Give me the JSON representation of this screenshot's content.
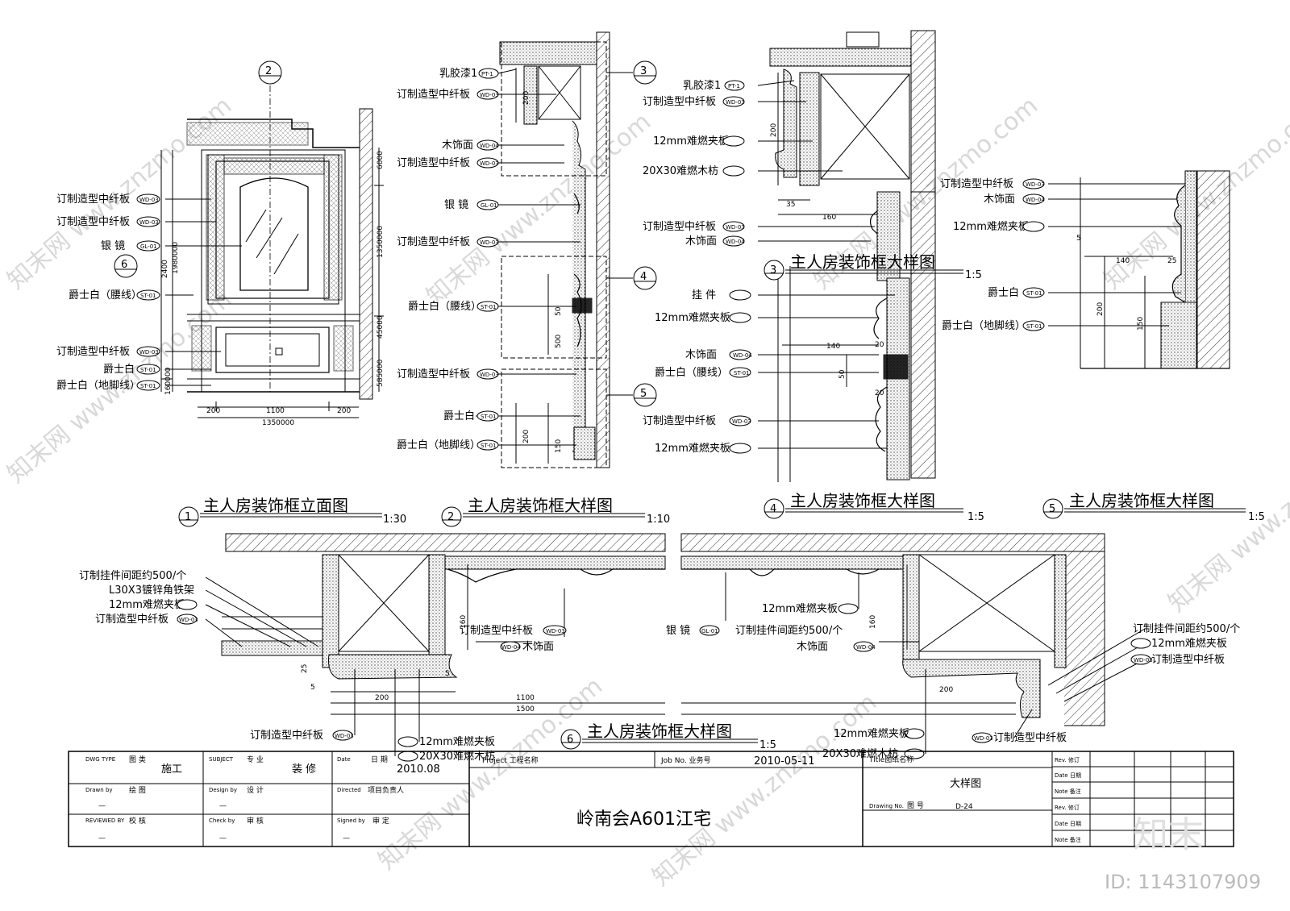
{
  "elevation": {
    "callout_top": "2",
    "callout_mid": "6",
    "labels": [
      "订制造型中纤板",
      "订制造型中纤板",
      "银 镜",
      "爵士白（腰线）",
      "订制造型中纤板",
      "爵士白",
      "爵士白（地脚线）"
    ],
    "tags": [
      "WD-03",
      "WD-03",
      "GL-01",
      "ST-01",
      "WD-03",
      "ST-01",
      "ST-01"
    ],
    "dims_bottom": [
      "200",
      "1100",
      "200",
      "1350000"
    ],
    "dims_left": [
      "2400",
      "1980000",
      "160000"
    ],
    "dims_right": [
      "6000",
      "1350000",
      "45000",
      "585000"
    ]
  },
  "section2": {
    "labels": [
      "乳胶漆1",
      "订制造型中纤板",
      "木饰面",
      "订制造型中纤板",
      "银 镜",
      "订制造型中纤板",
      "爵士白（腰线）",
      "订制造型中纤板",
      "爵士白",
      "爵士白（地脚线）"
    ],
    "tags": [
      "PT-1",
      "WD-03",
      "WD-04",
      "WD-03",
      "GL-01",
      "WD-03",
      "ST-01",
      "WD-03",
      "ST-01",
      "ST-01"
    ],
    "callouts": [
      "3",
      "4",
      "5"
    ],
    "dims": [
      "200",
      "50",
      "500",
      "200",
      "150"
    ]
  },
  "detail3": {
    "labels": [
      "乳胶漆1",
      "订制造型中纤板",
      "12mm难燃夹板",
      "20X30难燃木枋",
      "订制造型中纤板",
      "木饰面"
    ],
    "tags": [
      "PT-1",
      "WD-03",
      "",
      "",
      "WD-03",
      "WD-04"
    ],
    "dims": [
      "200",
      "35",
      "160"
    ]
  },
  "detail4": {
    "labels": [
      "挂 件",
      "12mm难燃夹板",
      "木饰面",
      "爵士白（腰线）",
      "订制造型中纤板",
      "12mm难燃夹板"
    ],
    "tags": [
      "",
      "",
      "WD-04",
      "ST-01",
      "WD-03",
      ""
    ],
    "dims": [
      "140",
      "20",
      "50",
      "20"
    ]
  },
  "detail5": {
    "labels": [
      "订制造型中纤板",
      "木饰面",
      "12mm难燃夹板",
      "爵士白",
      "爵士白（地脚线）"
    ],
    "tags": [
      "WD-03",
      "WD-04",
      "",
      "ST-01",
      "ST-01"
    ],
    "dims": [
      "5",
      "140",
      "25",
      "200",
      "150"
    ]
  },
  "detail6": {
    "left_labels": [
      "订制挂件间距约500/个",
      "L30X3镀锌角铁架",
      "12mm难燃夹板",
      "订制造型中纤板"
    ],
    "left_tags": [
      "",
      "",
      "",
      "WD-03"
    ],
    "mid_labels": [
      "订制造型中纤板",
      "木饰面"
    ],
    "mid_tags": [
      "WD-03",
      "WD-04"
    ],
    "bottom_left": [
      "订制造型中纤板",
      "12mm难燃夹板",
      "20X30难燃木枋"
    ],
    "right_labels": [
      "12mm难燃夹板",
      "订制挂件间距约500/个",
      "银 镜",
      "木饰面",
      "12mm难燃夹板",
      "20X30难燃木枋"
    ],
    "far_right": [
      "订制挂件间距约500/个",
      "12mm难燃夹板",
      "订制造型中纤板",
      "订制造型中纤板"
    ],
    "far_right_tags": [
      "",
      "",
      "WD-03",
      "WD-03"
    ],
    "dims": [
      "200",
      "1100",
      "1500",
      "160",
      "5",
      "25",
      "5",
      "200",
      "160"
    ]
  },
  "titles": [
    {
      "num": "1",
      "text": "主人房装饰框立面图",
      "scale": "1:30"
    },
    {
      "num": "2",
      "text": "主人房装饰框大样图",
      "scale": "1:10"
    },
    {
      "num": "3",
      "text": "主人房装饰框大样图",
      "scale": "1:5"
    },
    {
      "num": "4",
      "text": "主人房装饰框大样图",
      "scale": "1:5"
    },
    {
      "num": "5",
      "text": "主人房装饰框大样图",
      "scale": "1:5"
    },
    {
      "num": "6",
      "text": "主人房装饰框大样图",
      "scale": "1:5"
    }
  ],
  "titleblock": {
    "dwg_type_en": "DWG TYPE",
    "dwg_type_cn": "图 类",
    "dwg_type_val": "施工",
    "subject_en": "SUBJECT",
    "subject_cn": "专 业",
    "subject_val": "装 修",
    "date_en": "Date",
    "date_cn": "日 期",
    "date_val": "2010.08",
    "drawn_en": "Drawn by",
    "drawn_cn": "绘 图",
    "drawn_val": "—",
    "design_en": "Design by",
    "design_cn": "设 计",
    "design_val": "—",
    "directed_en": "Directed",
    "directed_cn": "项目负责人",
    "reviewed_en": "REVIEWED BY",
    "reviewed_cn": "校 核",
    "reviewed_val": "—",
    "check_en": "Check by",
    "check_cn": "审 核",
    "check_val": "—",
    "signed_en": "Signed by",
    "signed_cn": "审 定",
    "signed_val": "—",
    "project_label": "Project 工程名称",
    "job_label": "Job No. 业务号",
    "job_val": "2010-05-11",
    "project_name": "岭南会A601江宅",
    "title_label": "Title图纸名称",
    "title_val": "大样图",
    "drawing_label": "Drawing No.",
    "drawing_cn": "图 号",
    "drawing_val": "D-24",
    "rev_rows": [
      "Rev. 修订",
      "Date 日期",
      "Note 备注",
      "Rev. 修订",
      "Date 日期",
      "Note 备注"
    ]
  },
  "watermark": {
    "text": "知末网 www.znzmo.com",
    "logo": "知末",
    "id": "ID: 1143107909"
  }
}
